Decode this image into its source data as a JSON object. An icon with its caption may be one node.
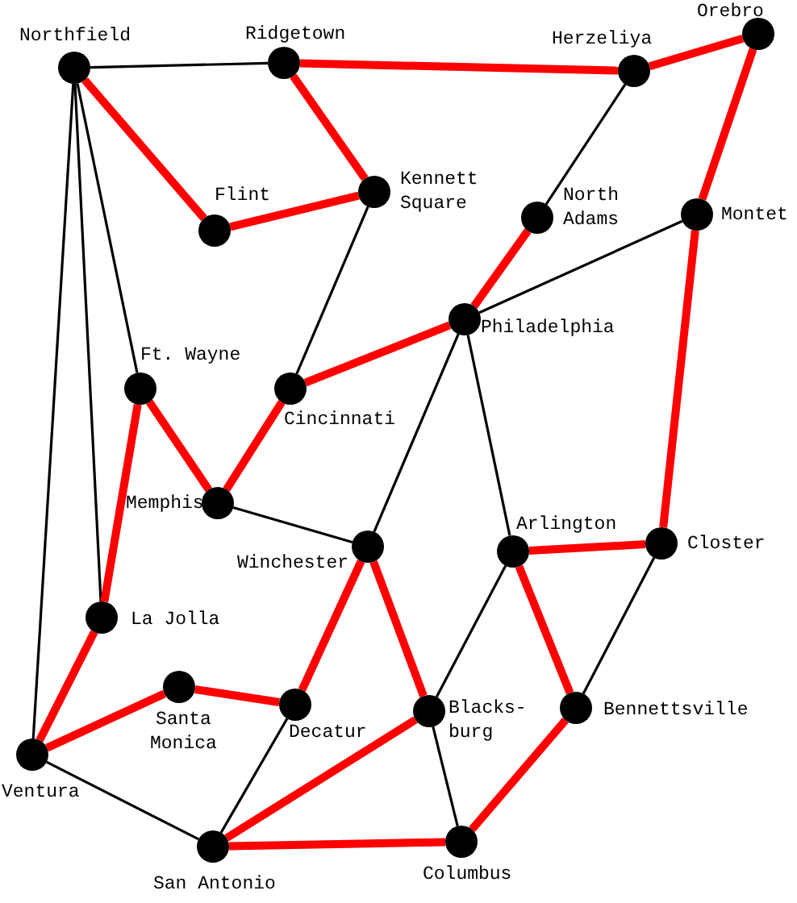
{
  "diagram": {
    "nodes": [
      {
        "text": [],
        "shape": "circle",
        "beside": [
          "Northfield"
        ]
      },
      {
        "text": [],
        "shape": "circle",
        "beside": [
          "Ridgetown"
        ]
      },
      {
        "text": [],
        "shape": "circle",
        "beside": [
          "Herzeliya"
        ]
      },
      {
        "text": [],
        "shape": "circle",
        "beside": [
          "Orebro"
        ]
      },
      {
        "text": [],
        "shape": "circle",
        "beside": [
          "Flint"
        ]
      },
      {
        "text": [],
        "shape": "circle",
        "beside": [
          "Kennett Square"
        ]
      },
      {
        "text": [],
        "shape": "circle",
        "beside": [
          "North Adams"
        ]
      },
      {
        "text": [],
        "shape": "circle",
        "beside": [
          "Montet"
        ]
      },
      {
        "text": [],
        "shape": "circle",
        "beside": [
          "Philadelphia"
        ]
      },
      {
        "text": [],
        "shape": "circle",
        "beside": [
          "Ft. Wayne"
        ]
      },
      {
        "text": [],
        "shape": "circle",
        "beside": [
          "Cincinnati"
        ]
      },
      {
        "text": [],
        "shape": "circle",
        "beside": [
          "Memphis"
        ]
      },
      {
        "text": [],
        "shape": "circle",
        "beside": [
          "Winchester"
        ]
      },
      {
        "text": [],
        "shape": "circle",
        "beside": [
          "Arlington"
        ]
      },
      {
        "text": [],
        "shape": "circle",
        "beside": [
          "Closter"
        ]
      },
      {
        "text": [],
        "shape": "circle",
        "beside": [
          "La Jolla"
        ]
      },
      {
        "text": [],
        "shape": "circle",
        "beside": [
          "Santa Monica"
        ]
      },
      {
        "text": [],
        "shape": "circle",
        "beside": [
          "Decatur"
        ]
      },
      {
        "text": [],
        "shape": "circle",
        "beside": [
          "Blacks- burg"
        ]
      },
      {
        "text": [],
        "shape": "circle",
        "beside": [
          "Bennettsville"
        ]
      },
      {
        "text": [],
        "shape": "circle",
        "beside": [
          "Ventura"
        ]
      },
      {
        "text": [],
        "shape": "circle",
        "beside": [
          "San Antonio"
        ]
      },
      {
        "text": [],
        "shape": "circle",
        "beside": [
          "Columbus"
        ]
      }
    ],
    "edges": [
      {
        "from": 0,
        "to": 1,
        "arrow": "none",
        "color": "#000000"
      },
      {
        "from": 0,
        "to": 9,
        "arrow": "none",
        "color": "#000000"
      },
      {
        "from": 0,
        "to": 15,
        "arrow": "none",
        "color": "#000000"
      },
      {
        "from": 0,
        "to": 20,
        "arrow": "none",
        "color": "#000000"
      },
      {
        "from": 5,
        "to": 10,
        "arrow": "none",
        "color": "#000000"
      },
      {
        "from": 6,
        "to": 2,
        "arrow": "none",
        "color": "#000000"
      },
      {
        "from": 8,
        "to": 7,
        "arrow": "none",
        "color": "#000000"
      },
      {
        "from": 8,
        "to": 12,
        "arrow": "none",
        "color": "#000000"
      },
      {
        "from": 8,
        "to": 13,
        "arrow": "none",
        "color": "#000000"
      },
      {
        "from": 11,
        "to": 12,
        "arrow": "none",
        "color": "#000000"
      },
      {
        "from": 13,
        "to": 18,
        "arrow": "none",
        "color": "#000000"
      },
      {
        "from": 14,
        "to": 19,
        "arrow": "none",
        "color": "#000000"
      },
      {
        "from": 20,
        "to": 21,
        "arrow": "none",
        "color": "#000000"
      },
      {
        "from": 21,
        "to": 17,
        "arrow": "none",
        "color": "#000000"
      },
      {
        "from": 18,
        "to": 22,
        "arrow": "none",
        "color": "#000000"
      },
      {
        "from": 0,
        "to": 4,
        "arrow": "none"
      },
      {
        "from": 4,
        "to": 5,
        "arrow": "none"
      },
      {
        "from": 5,
        "to": 1,
        "arrow": "none"
      },
      {
        "from": 1,
        "to": 2,
        "arrow": "none"
      },
      {
        "from": 2,
        "to": 3,
        "arrow": "none"
      },
      {
        "from": 3,
        "to": 7,
        "arrow": "none"
      },
      {
        "from": 7,
        "to": 14,
        "arrow": "none"
      },
      {
        "from": 14,
        "to": 13,
        "arrow": "none"
      },
      {
        "from": 13,
        "to": 19,
        "arrow": "none"
      },
      {
        "from": 19,
        "to": 22,
        "arrow": "none"
      },
      {
        "from": 22,
        "to": 21,
        "arrow": "none"
      },
      {
        "from": 21,
        "to": 18,
        "arrow": "none"
      },
      {
        "from": 18,
        "to": 12,
        "arrow": "none"
      },
      {
        "from": 12,
        "to": 17,
        "arrow": "none"
      },
      {
        "from": 17,
        "to": 16,
        "arrow": "none"
      },
      {
        "from": 16,
        "to": 20,
        "arrow": "none"
      },
      {
        "from": 20,
        "to": 15,
        "arrow": "none"
      },
      {
        "from": 15,
        "to": 9,
        "arrow": "none"
      },
      {
        "from": 9,
        "to": 11,
        "arrow": "none"
      },
      {
        "from": 11,
        "to": 10,
        "arrow": "none"
      },
      {
        "from": 10,
        "to": 8,
        "arrow": "none"
      },
      {
        "from": 8,
        "to": 6,
        "arrow": "none"
      }
    ]
  }
}
